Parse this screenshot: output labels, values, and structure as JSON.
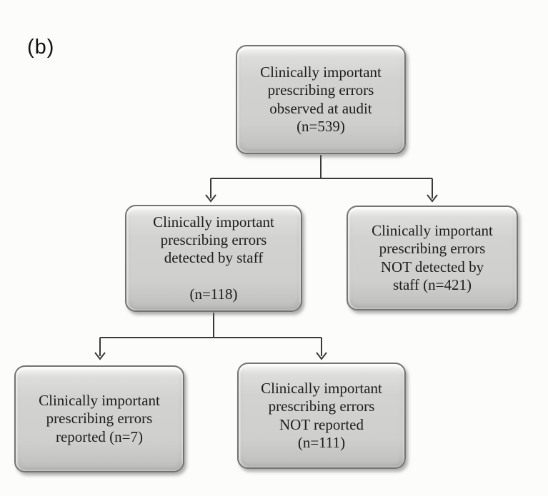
{
  "figure_label": "(b)",
  "colors": {
    "background": "#fcfcfa",
    "box_fill": "#d0d0ce",
    "box_border": "#737373",
    "connector_line": "#3a3a3a",
    "text": "#1c1c1c"
  },
  "nodes": [
    {
      "id": "observed",
      "text": "Clinically important\nprescribing errors\nobserved at audit\n(n=539)",
      "n": 539
    },
    {
      "id": "detected",
      "text": "Clinically important\nprescribing errors\ndetected by staff\n\n(n=118)",
      "n": 118
    },
    {
      "id": "not-detected",
      "text": "Clinically important\nprescribing errors\nNOT detected by\nstaff (n=421)",
      "n": 421
    },
    {
      "id": "reported",
      "text": "Clinically important\nprescribing errors\nreported (n=7)",
      "n": 7
    },
    {
      "id": "not-reported",
      "text": "Clinically important\nprescribing errors\nNOT reported\n(n=111)",
      "n": 111
    }
  ],
  "edges": [
    {
      "from": "observed",
      "to": "detected"
    },
    {
      "from": "observed",
      "to": "not-detected"
    },
    {
      "from": "detected",
      "to": "reported"
    },
    {
      "from": "detected",
      "to": "not-reported"
    }
  ]
}
